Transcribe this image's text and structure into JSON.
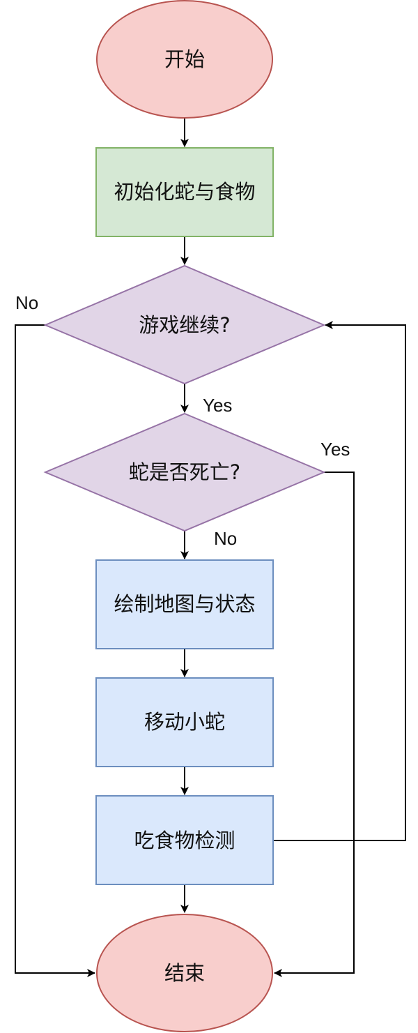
{
  "nodes": {
    "start": {
      "label": "开始",
      "fill": "#f8cecc",
      "stroke": "#b85450"
    },
    "init": {
      "label": "初始化蛇与食物",
      "fill": "#d5e8d4",
      "stroke": "#82b366"
    },
    "continue": {
      "label": "游戏继续?",
      "fill": "#e1d5e7",
      "stroke": "#9673a6"
    },
    "dead": {
      "label": "蛇是否死亡?",
      "fill": "#e1d5e7",
      "stroke": "#9673a6"
    },
    "draw": {
      "label": "绘制地图与状态",
      "fill": "#dae8fc",
      "stroke": "#6c8ebf"
    },
    "move": {
      "label": "移动小蛇",
      "fill": "#dae8fc",
      "stroke": "#6c8ebf"
    },
    "eat": {
      "label": "吃食物检测",
      "fill": "#dae8fc",
      "stroke": "#6c8ebf"
    },
    "end": {
      "label": "结束",
      "fill": "#f8cecc",
      "stroke": "#b85450"
    }
  },
  "edges": {
    "continue_no": "No",
    "continue_yes": "Yes",
    "dead_yes": "Yes",
    "dead_no": "No"
  }
}
